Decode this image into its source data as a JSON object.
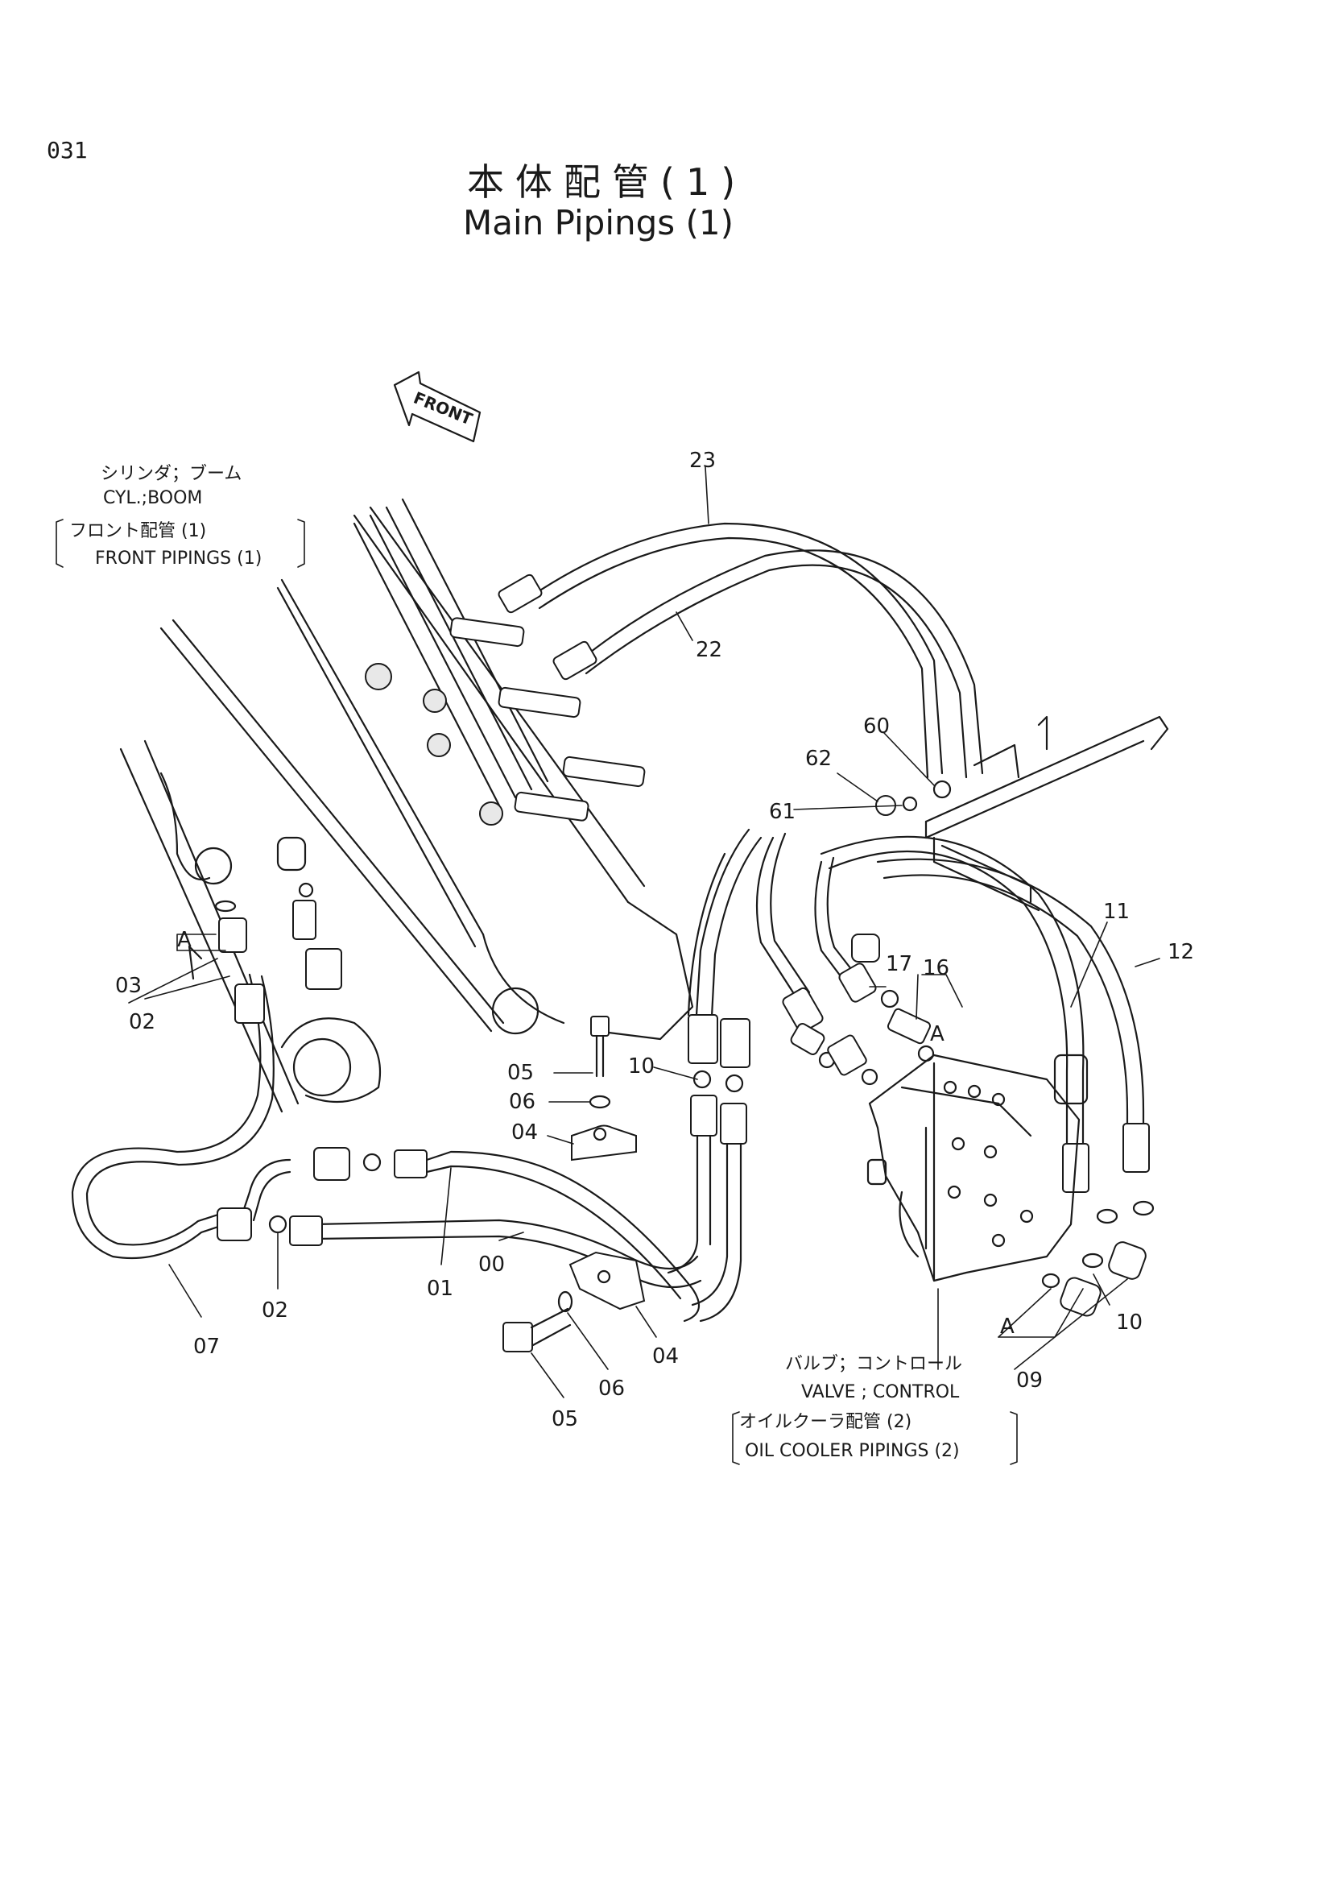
{
  "page_number": "031",
  "title_jp": "本体配管(1)",
  "title_en": "Main Pipings (1)",
  "front_arrow_label": "FRONT",
  "notes": {
    "cyl_boom_jp": "シリンダ；ブーム",
    "cyl_boom_en": "CYL.;BOOM",
    "front_pipings_jp": "フロント配管 (1)",
    "front_pipings_en": "FRONT  PIPINGS (1)",
    "valve_jp": "バルブ；コントロール",
    "valve_en": "VALVE ; CONTROL",
    "oil_cooler_jp": "オイルクーラ配管 (2)",
    "oil_cooler_en": "OIL  COOLER  PIPINGS (2)"
  },
  "part_labels": {
    "p23": "23",
    "p22": "22",
    "p60": "60",
    "p62": "62",
    "p61": "61",
    "p11": "11",
    "p12": "12",
    "p17": "17",
    "p16": "16",
    "pA_right": "A",
    "pA_left": "A",
    "pA_bottom": "A",
    "p03": "03",
    "p02_top": "02",
    "p05_top": "05",
    "p06_top": "06",
    "p04_top": "04",
    "p10_left": "10",
    "p10_right": "10",
    "p07": "07",
    "p02_bottom": "02",
    "p01": "01",
    "p00": "00",
    "p04_bottom": "04",
    "p06_bottom": "06",
    "p05_bottom": "05",
    "p09": "09"
  }
}
